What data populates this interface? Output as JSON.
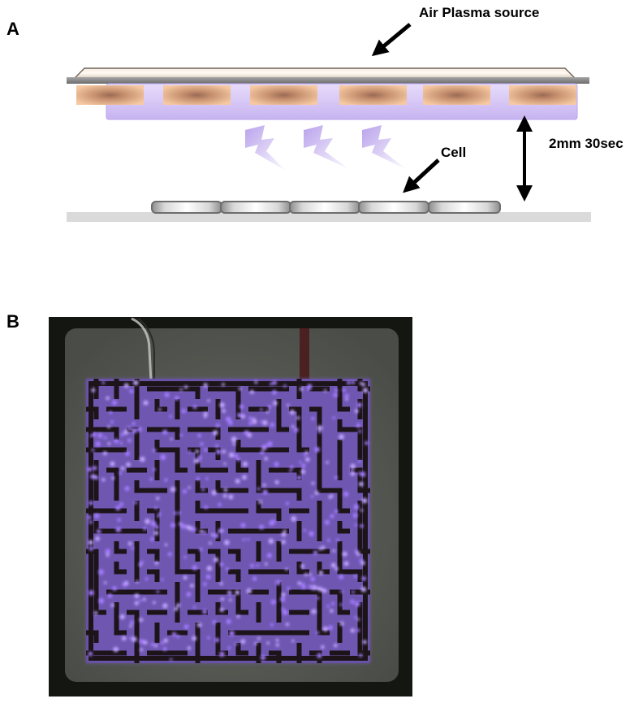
{
  "panels": {
    "a": {
      "letter": "A",
      "labels": {
        "source": "Air Plasma source",
        "cell": "Cell",
        "gap": "2mm 30sec"
      },
      "electrode_pad_count": 6,
      "cell_dish_count": 5,
      "discharge_bolt_count": 3
    },
    "b": {
      "letter": "B"
    }
  },
  "colors": {
    "electrode_plate": "#8a8a8a",
    "electrode_pad": "#f4c29a",
    "electrode_pad_center": "#b77f63",
    "plasma_glow": "#c9b6f2",
    "plasma_bolt": "#b49ae8",
    "cell_dish": "#9a9a9a",
    "base_bar": "#d8d8d8",
    "photo_background": "#151713",
    "photo_panel": "#5d605a",
    "discharge_violet": "#8d5cff",
    "electrode_trace": "#1f1212"
  }
}
